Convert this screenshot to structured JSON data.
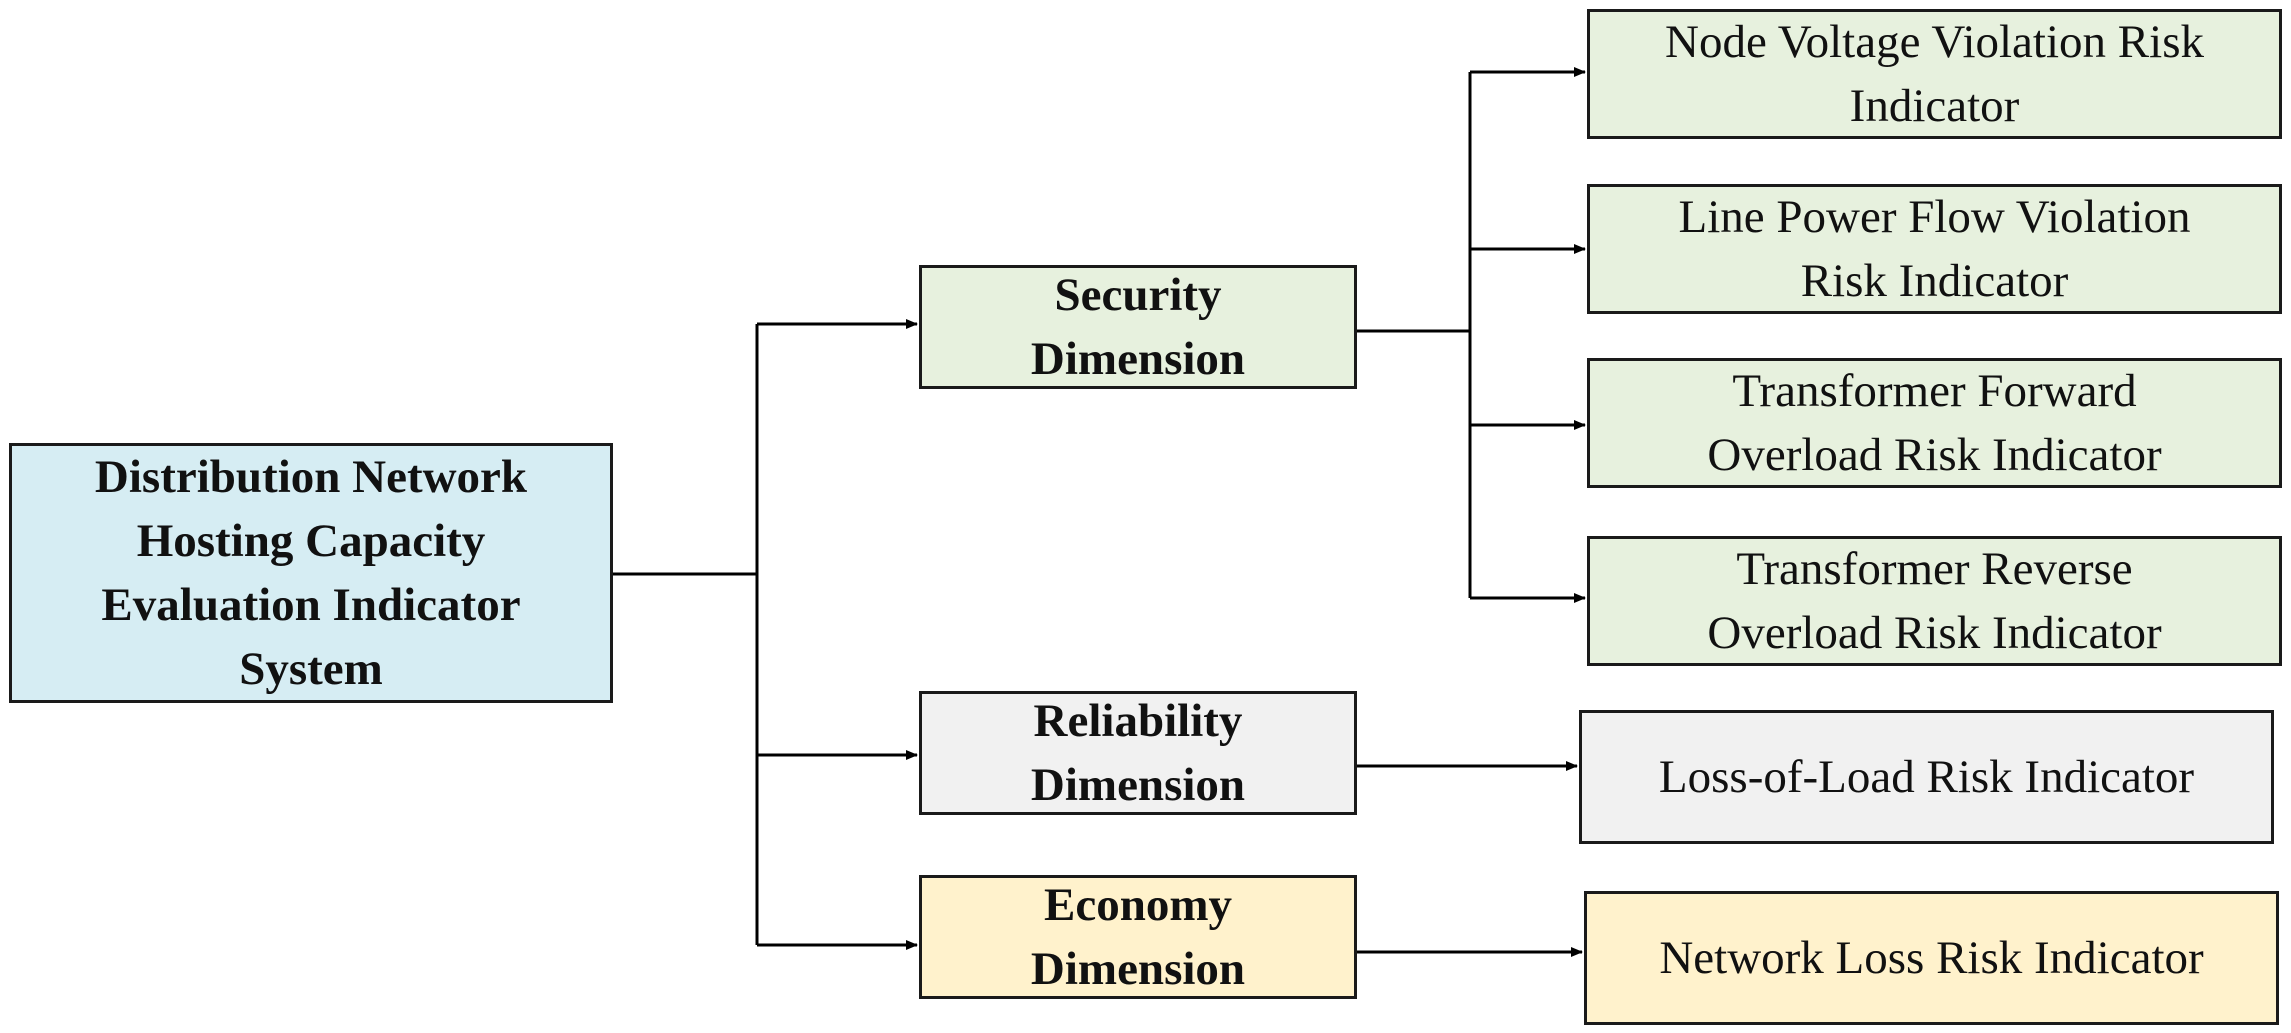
{
  "colors": {
    "root_fill": "#d6edf3",
    "security_fill": "#e7f1de",
    "reliability_fill": "#f1f1f1",
    "economy_fill": "#fff2cc",
    "line": "#000000"
  },
  "root": {
    "label": "Distribution Network\nHosting Capacity\nEvaluation Indicator\nSystem"
  },
  "dimensions": {
    "security": {
      "label": "Security\nDimension"
    },
    "reliability": {
      "label": "Reliability\nDimension"
    },
    "economy": {
      "label": "Economy\nDimension"
    }
  },
  "indicators": {
    "node_voltage": "Node Voltage Violation Risk\nIndicator",
    "line_flow": "Line Power Flow Violation\nRisk Indicator",
    "transformer_forward": "Transformer Forward\nOverload Risk Indicator",
    "transformer_reverse": "Transformer Reverse\nOverload Risk Indicator",
    "loss_of_load": "Loss-of-Load Risk Indicator",
    "network_loss": "Network Loss Risk Indicator"
  }
}
